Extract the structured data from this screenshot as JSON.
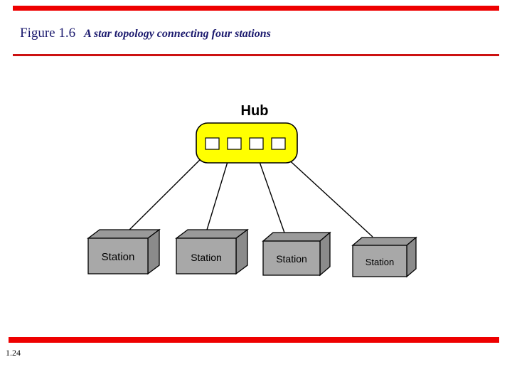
{
  "slide": {
    "figure_label": "Figure 1.6",
    "figure_title": "A star topology connecting four stations",
    "page_number": "1.24",
    "accent_color": "#ee0000",
    "heading_color": "#1b1a6e"
  },
  "diagram": {
    "type": "star-topology",
    "hub": {
      "label": "Hub",
      "fill_color": "#ffff00",
      "port_count": 4
    },
    "stations": [
      {
        "label": "Station"
      },
      {
        "label": "Station"
      },
      {
        "label": "Station"
      },
      {
        "label": "Station"
      }
    ],
    "station_fill_color": "#a8a8a8",
    "link_count": 4
  }
}
